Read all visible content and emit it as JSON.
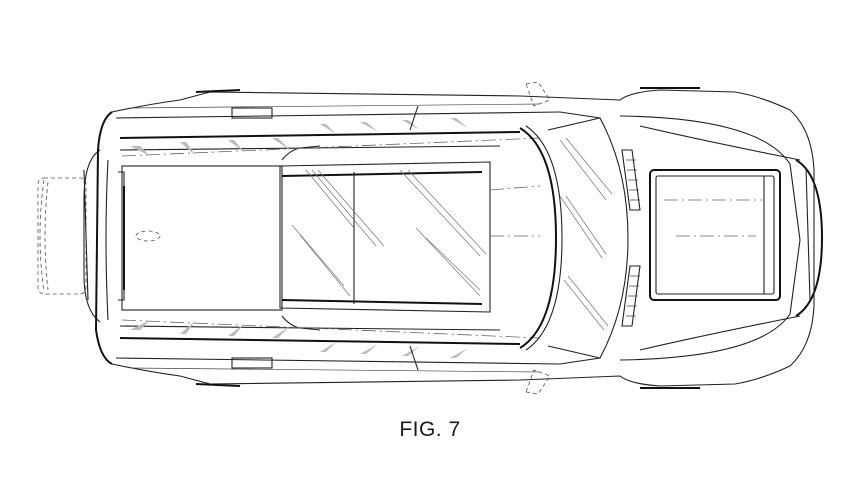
{
  "figure": {
    "caption": "FIG. 7",
    "view": "top plan view",
    "subject": "vehicle (SUV) roof and body outline"
  },
  "colors": {
    "background": "#ffffff",
    "line": "#222222"
  }
}
